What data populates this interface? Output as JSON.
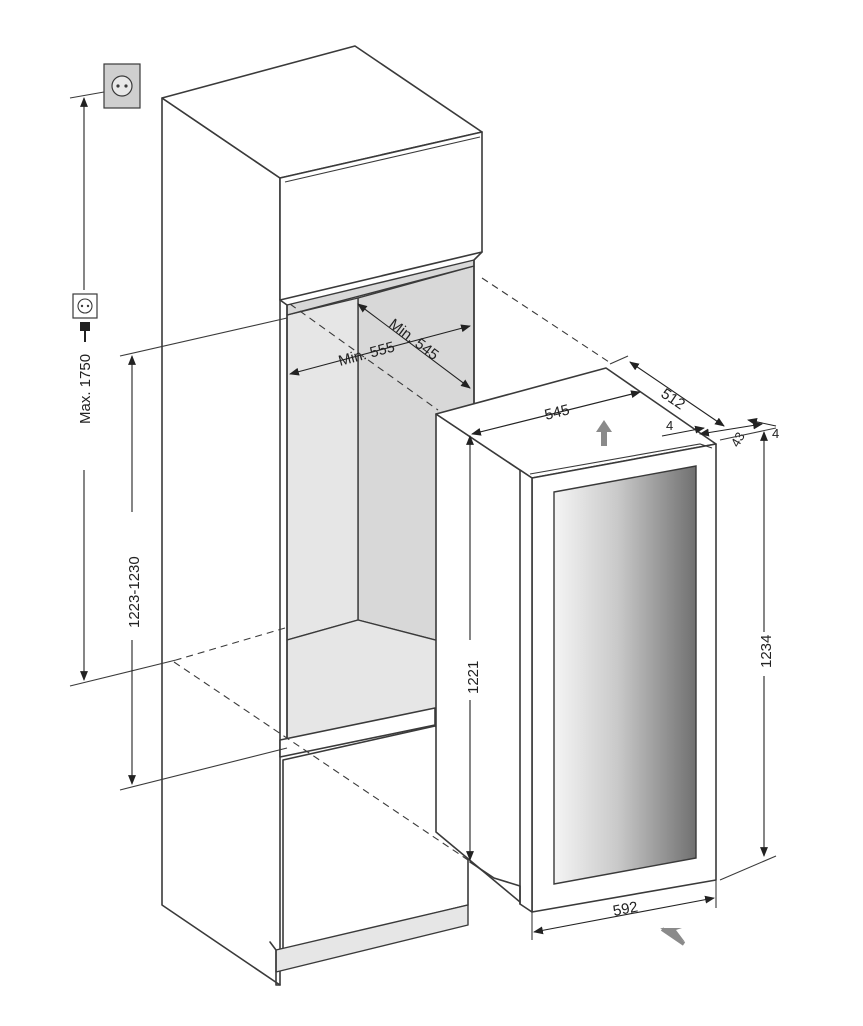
{
  "dimensions": {
    "max_height_socket": "Max. 1750",
    "niche_height": "1223-1230",
    "niche_width": "Min. 555",
    "niche_depth": "Min. 545",
    "appliance_width_top": "545",
    "appliance_depth": "512",
    "gap_4_left": "4",
    "gap_43": "43",
    "gap_4_right": "4",
    "appliance_body_height": "1221",
    "appliance_total_height": "1234",
    "door_width": "592"
  },
  "icons": {
    "wall_socket": "wall-socket-icon",
    "plug": "plug-icon",
    "airflow_up": "airflow-up-arrow-icon",
    "airflow_in": "airflow-in-arrow-icon"
  },
  "colors": {
    "line": "#3a3a3a",
    "cavity_fill": "#d8d8d8",
    "glass_gradient_light": "#f4f4f4",
    "glass_gradient_dark": "#7a7a7a",
    "arrow_fill": "#8a8a8a"
  }
}
